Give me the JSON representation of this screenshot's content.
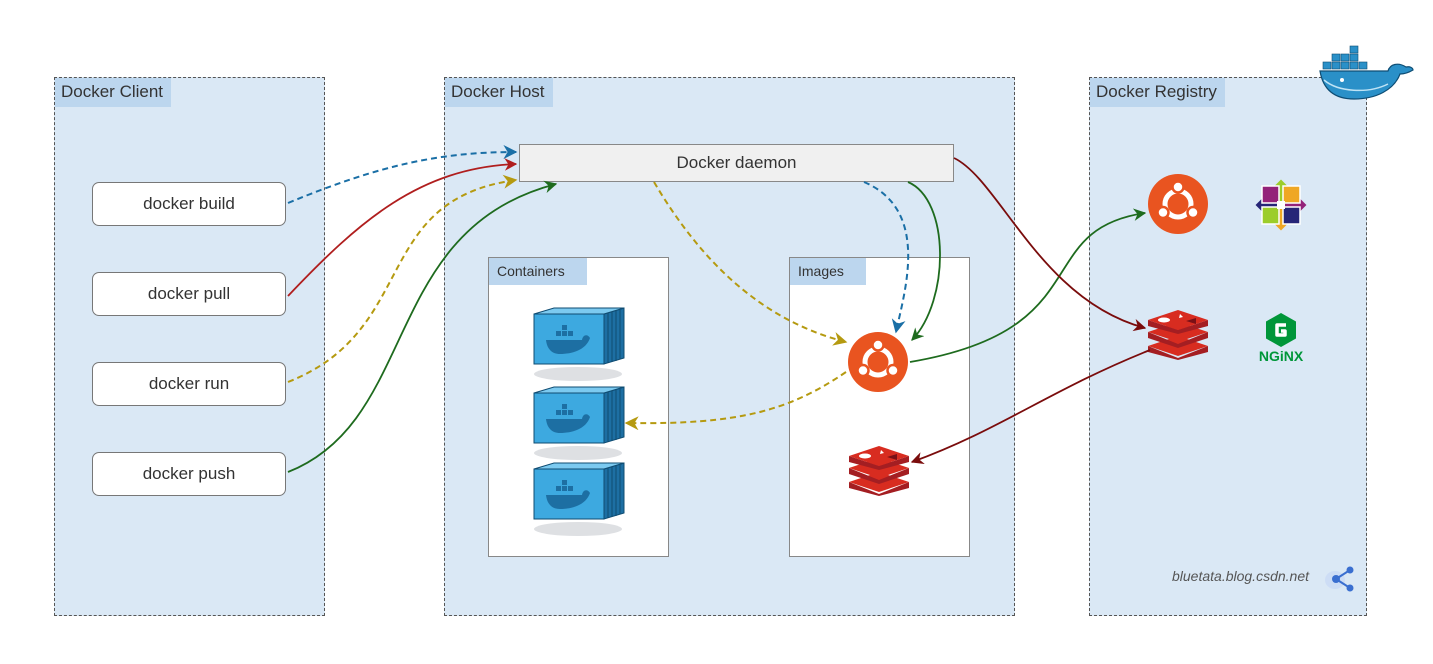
{
  "client": {
    "title": "Docker Client",
    "commands": [
      "docker build",
      "docker pull",
      "docker run",
      "docker push"
    ]
  },
  "host": {
    "title": "Docker Host",
    "daemon": "Docker daemon",
    "containers_title": "Containers",
    "images_title": "Images"
  },
  "registry": {
    "title": "Docker Registry",
    "nginx_label": "NGiNX"
  },
  "watermark": "bluetata.blog.csdn.net",
  "colors": {
    "build": "#1a6fa6",
    "pull": "#b01e1e",
    "run": "#b59a10",
    "push": "#1e6b1e",
    "registry_link": "#7a0c0c",
    "panel": "#dae8f5",
    "ubuntu": "#e95420",
    "redis": "#c0282a"
  }
}
